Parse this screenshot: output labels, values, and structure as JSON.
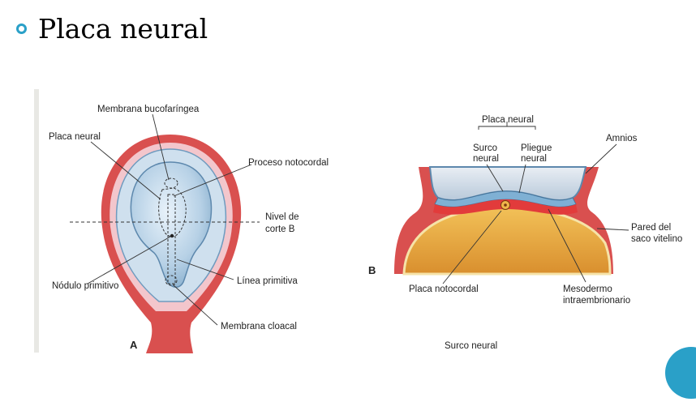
{
  "slide": {
    "title": "Placa neural"
  },
  "figure_a": {
    "letter": "A",
    "labels": {
      "membrana_bucofaringea": "Membrana bucofaríngea",
      "placa_neural": "Placa neural",
      "proceso_notocordal": "Proceso notocordal",
      "nivel_corte_1": "Nivel de",
      "nivel_corte_2": "corte B",
      "nodulo_primitivo": "Nódulo primitivo",
      "linea_primitiva": "Línea primitiva",
      "membrana_cloacal": "Membrana cloacal"
    }
  },
  "figure_b": {
    "letter": "B",
    "labels": {
      "placa_neural": "Placa neural",
      "surco_neural_1": "Surco",
      "surco_neural_2": "neural",
      "pliegue_neural_1": "Pliegue",
      "pliegue_neural_2": "neural",
      "amnios": "Amnios",
      "pared_saco_1": "Pared del",
      "pared_saco_2": "saco vitelino",
      "placa_notocordal": "Placa notocordal",
      "mesodermo_1": "Mesodermo",
      "mesodermo_2": "intraembrionario",
      "surco_neural_bottom": "Surco neural"
    }
  },
  "colors": {
    "accent": "#2aa0c8",
    "embryo_red": "#d9504f",
    "ectoderm_blue": "#a9c6dd",
    "yolk": "#e6a43c"
  }
}
